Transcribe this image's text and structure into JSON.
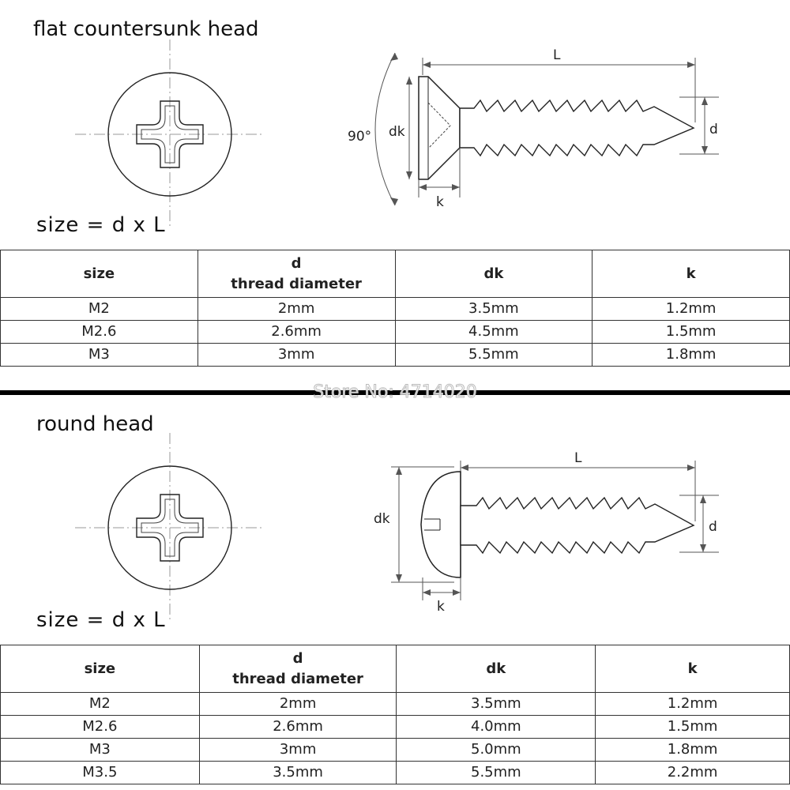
{
  "flat": {
    "title": "flat countersunk head",
    "formula": "size = d x L",
    "labels": {
      "L": "L",
      "angle": "90°",
      "dk": "dk",
      "d": "d",
      "k": "k"
    },
    "table": {
      "headers": {
        "size": "size",
        "d": "d",
        "d_sub": "thread diameter",
        "dk": "dk",
        "k": "k"
      },
      "rows": [
        {
          "size": "M2",
          "d": "2mm",
          "dk": "3.5mm",
          "k": "1.2mm"
        },
        {
          "size": "M2.6",
          "d": "2.6mm",
          "dk": "4.5mm",
          "k": "1.5mm"
        },
        {
          "size": "M3",
          "d": "3mm",
          "dk": "5.5mm",
          "k": "1.8mm"
        }
      ]
    }
  },
  "watermark": "Store No: 4714020",
  "round": {
    "title": "round head",
    "formula": "size = d x L",
    "labels": {
      "L": "L",
      "dk": "dk",
      "d": "d",
      "k": "k"
    },
    "table": {
      "headers": {
        "size": "size",
        "d": "d",
        "d_sub": "thread diameter",
        "dk": "dk",
        "k": "k"
      },
      "rows": [
        {
          "size": "M2",
          "d": "2mm",
          "dk": "3.5mm",
          "k": "1.2mm"
        },
        {
          "size": "M2.6",
          "d": "2.6mm",
          "dk": "4.0mm",
          "k": "1.5mm"
        },
        {
          "size": "M3",
          "d": "3mm",
          "dk": "5.0mm",
          "k": "1.8mm"
        },
        {
          "size": "M3.5",
          "d": "3.5mm",
          "dk": "5.5mm",
          "k": "2.2mm"
        }
      ]
    }
  }
}
